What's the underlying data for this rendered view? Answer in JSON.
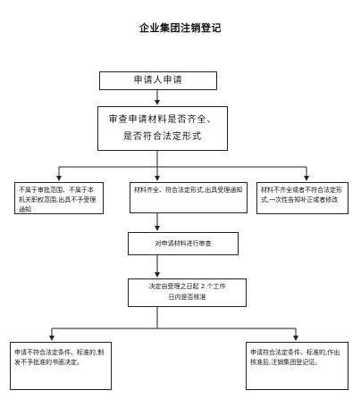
{
  "title": "企业集团注销登记",
  "nodes": {
    "apply": "申请人申请",
    "review_line1": "审查申请材料是否齐全、",
    "review_line2": "是否符合法定形式",
    "reject_scope": "不属于审批范围、不属于本机关职权范围,出具不予受理通知",
    "accept": "材料齐全、符合法定形式,出具受理通知",
    "incomplete": "材料不齐全或者不符合法定形式,一次性告知补正或者修改",
    "examine": "对申请材料进行审查",
    "decide_line1": "决定自受理之日起 2 个工作",
    "decide_line2": "日内是否核准",
    "disapprove": "申请不符合法定条件、标准的,制发不予批准的书面决定。",
    "approve": "申请符合法定条件、标准的,作出核准后,注销集团登记证。"
  },
  "colors": {
    "line": "#222222",
    "text": "#111111"
  }
}
